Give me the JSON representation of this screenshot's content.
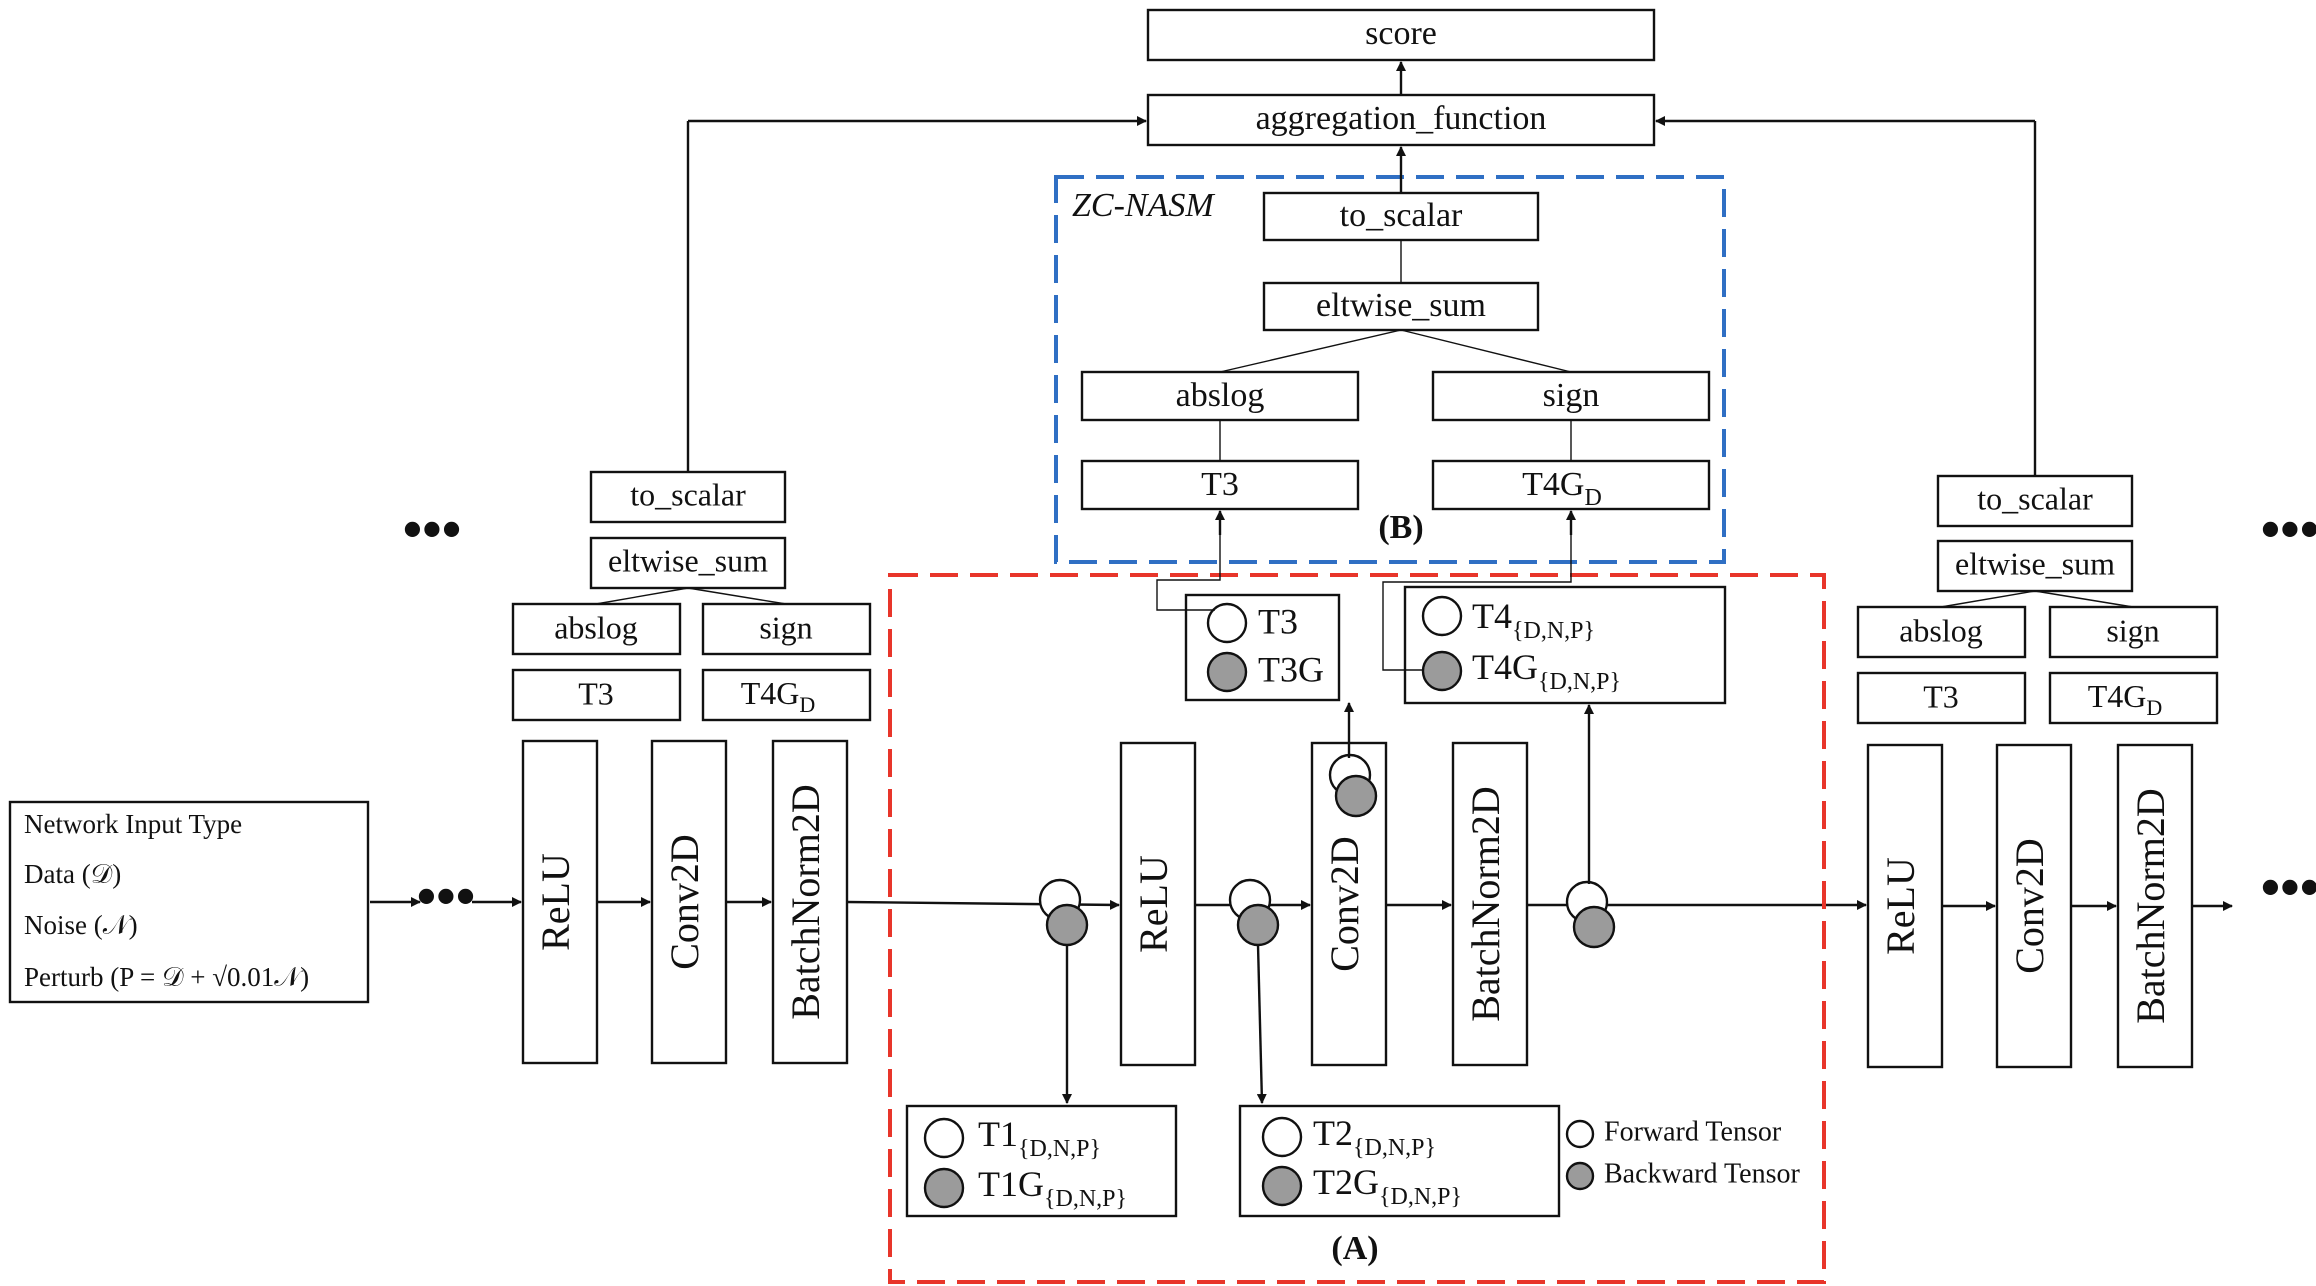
{
  "top": {
    "score": "score",
    "aggregation": "aggregation_function"
  },
  "zc": {
    "title": "ZC-NASM",
    "to_scalar": "to_scalar",
    "eltwise_sum": "eltwise_sum",
    "abslog": "abslog",
    "sign": "sign",
    "t3": "T3",
    "t4g": "T4G",
    "t4g_sub": "D",
    "label": "(B)"
  },
  "left_block": {
    "to_scalar": "to_scalar",
    "eltwise_sum": "eltwise_sum",
    "abslog": "abslog",
    "sign": "sign",
    "t3": "T3",
    "t4g": "T4G",
    "t4g_sub": "D",
    "layers": [
      "ReLU",
      "Conv2D",
      "BatchNorm2D"
    ]
  },
  "right_block": {
    "to_scalar": "to_scalar",
    "eltwise_sum": "eltwise_sum",
    "abslog": "abslog",
    "sign": "sign",
    "t3": "T3",
    "t4g": "T4G",
    "t4g_sub": "D",
    "layers": [
      "ReLU",
      "Conv2D",
      "BatchNorm2D"
    ]
  },
  "middle_block": {
    "layers": [
      "ReLU",
      "Conv2D",
      "BatchNorm2D"
    ],
    "label": "(A)",
    "t3_box": {
      "t3": "T3",
      "t3g": "T3G"
    },
    "t4_box": {
      "t4": "T4",
      "t4g": "T4G",
      "sub": "{D,N,P}"
    },
    "t1_box": {
      "t1": "T1",
      "t1g": "T1G",
      "sub": "{D,N,P}"
    },
    "t2_box": {
      "t2": "T2",
      "t2g": "T2G",
      "sub": "{D,N,P}"
    }
  },
  "legend": {
    "forward": "Forward Tensor",
    "backward": "Backward Tensor"
  },
  "input": {
    "title": "Network Input Type",
    "data": "Data (𝒟)",
    "noise": "Noise (𝒩)",
    "perturb": "Perturb (P =  𝒟 + √0.01𝒩)"
  },
  "dots": "•••",
  "colors": {
    "zc_border": "#2f6fc4",
    "a_border": "#e8352a",
    "backward_fill": "#9b9b9b",
    "forward_fill": "#ffffff"
  }
}
